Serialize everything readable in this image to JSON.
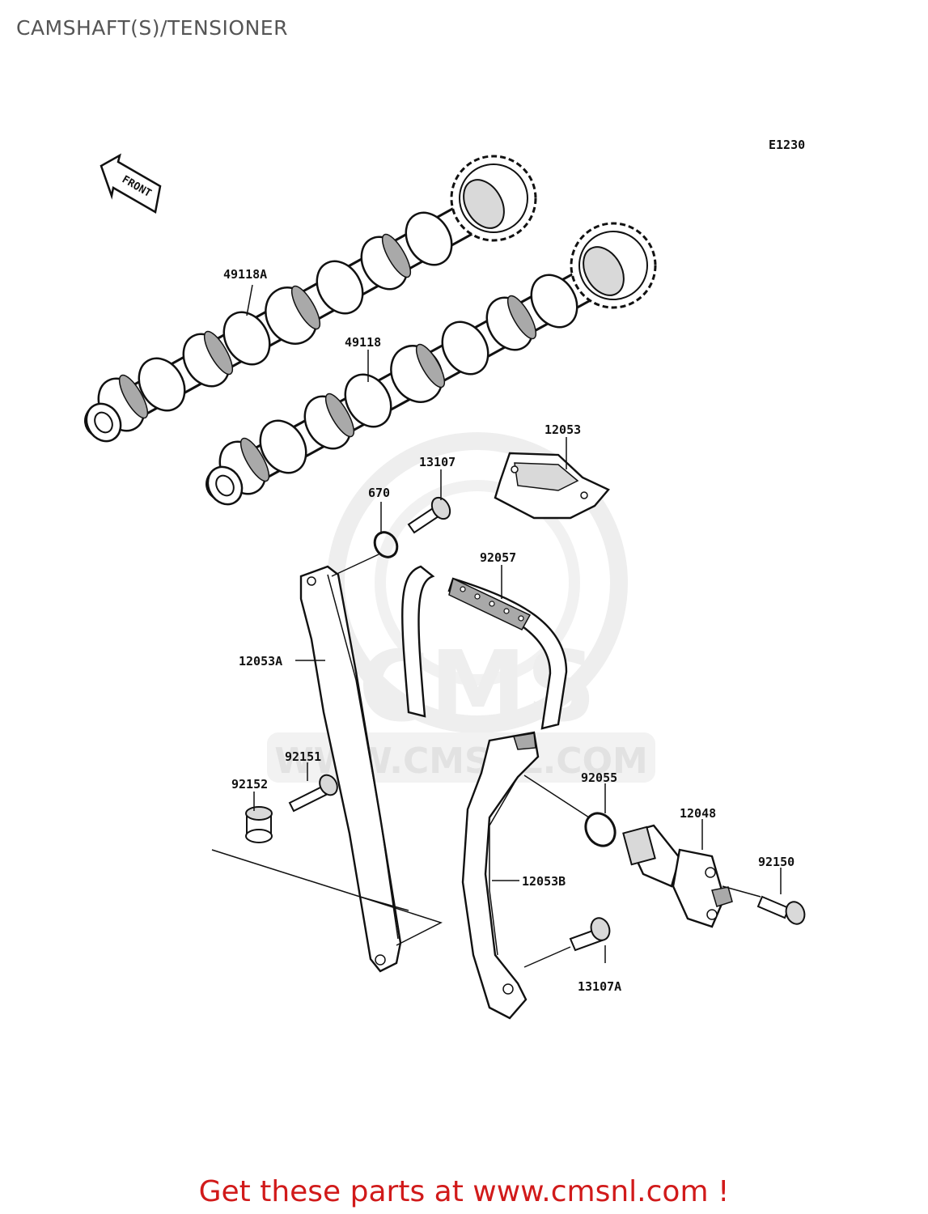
{
  "title": "CAMSHAFT(S)/TENSIONER",
  "diagram_code": "E1230",
  "front_label": "FRONT",
  "watermark": {
    "brand": "CMS",
    "url_text": "WWW.CMSNL.COM"
  },
  "parts": [
    {
      "id": "p49118A",
      "label": "49118A"
    },
    {
      "id": "p49118",
      "label": "49118"
    },
    {
      "id": "p12053",
      "label": "12053"
    },
    {
      "id": "p13107",
      "label": "13107"
    },
    {
      "id": "p670",
      "label": "670"
    },
    {
      "id": "p92057",
      "label": "92057"
    },
    {
      "id": "p12053A",
      "label": "12053A"
    },
    {
      "id": "p92151",
      "label": "92151"
    },
    {
      "id": "p92152",
      "label": "92152"
    },
    {
      "id": "p92055",
      "label": "92055"
    },
    {
      "id": "p12048",
      "label": "12048"
    },
    {
      "id": "p92150",
      "label": "92150"
    },
    {
      "id": "p12053B",
      "label": "12053B"
    },
    {
      "id": "p13107A",
      "label": "13107A"
    }
  ],
  "cta_text": "Get these parts at www.cmsnl.com !",
  "colors": {
    "title": "#555555",
    "cta": "#d11a1a",
    "watermark": "#eeeeee",
    "line": "#111111"
  }
}
